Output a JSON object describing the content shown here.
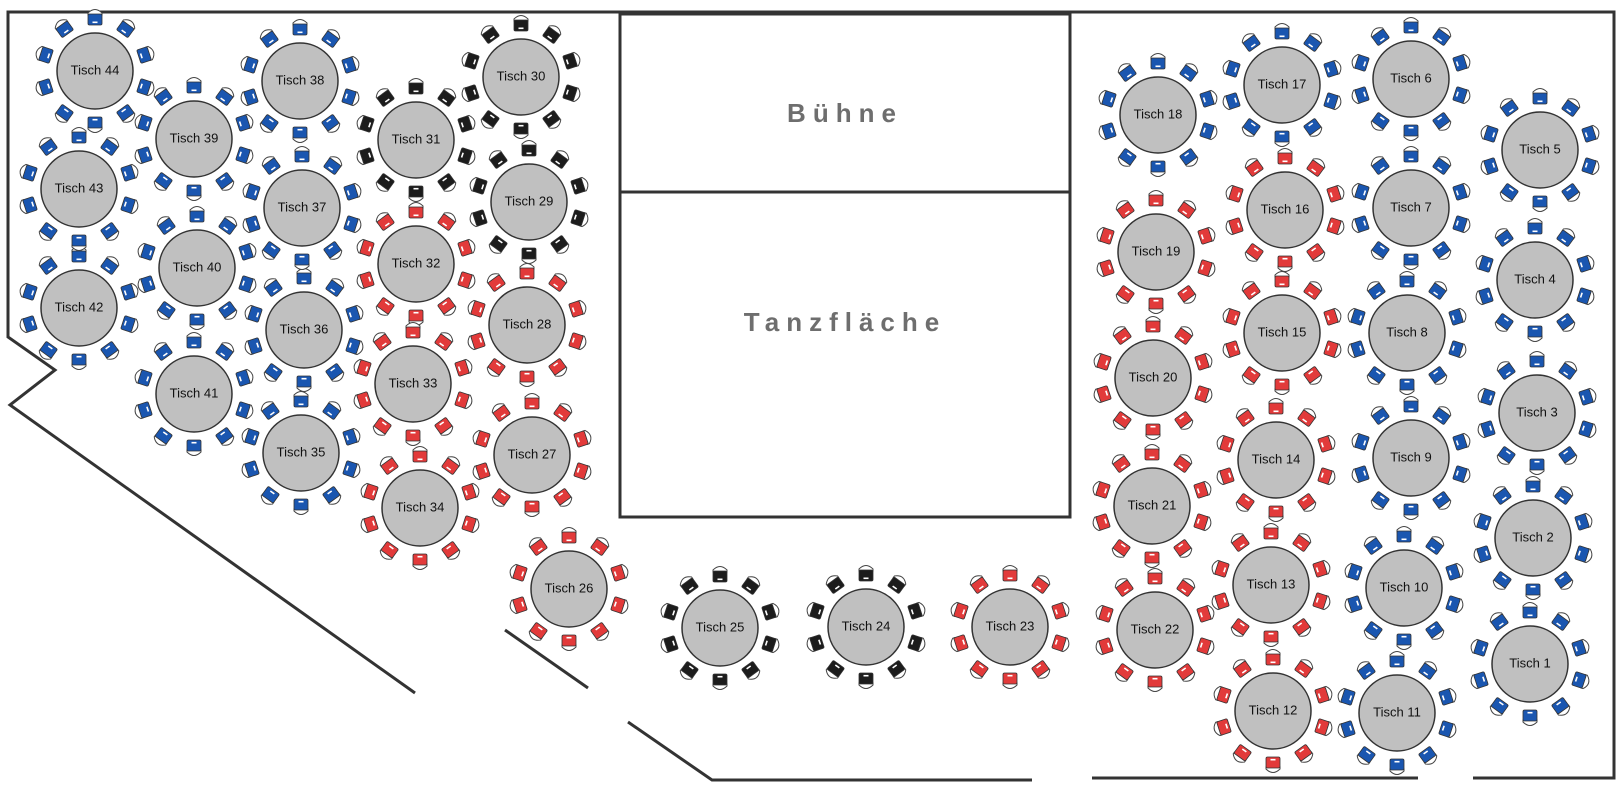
{
  "floorplan": {
    "zones": {
      "stage": {
        "label": "Bühne"
      },
      "dancefloor": {
        "label": "Tanzfläche"
      }
    },
    "seat_colors": {
      "blue": "#1a56b0",
      "red": "#e23a3a",
      "black": "#1c1c1c"
    },
    "tables": [
      {
        "id": 1,
        "label": "Tisch 1",
        "color": "blue"
      },
      {
        "id": 2,
        "label": "Tisch 2",
        "color": "blue"
      },
      {
        "id": 3,
        "label": "Tisch 3",
        "color": "blue"
      },
      {
        "id": 4,
        "label": "Tisch 4",
        "color": "blue"
      },
      {
        "id": 5,
        "label": "Tisch 5",
        "color": "blue"
      },
      {
        "id": 6,
        "label": "Tisch 6",
        "color": "blue"
      },
      {
        "id": 7,
        "label": "Tisch 7",
        "color": "blue"
      },
      {
        "id": 8,
        "label": "Tisch 8",
        "color": "blue"
      },
      {
        "id": 9,
        "label": "Tisch 9",
        "color": "blue"
      },
      {
        "id": 10,
        "label": "Tisch 10",
        "color": "blue"
      },
      {
        "id": 11,
        "label": "Tisch 11",
        "color": "blue"
      },
      {
        "id": 12,
        "label": "Tisch 12",
        "color": "red"
      },
      {
        "id": 13,
        "label": "Tisch 13",
        "color": "red"
      },
      {
        "id": 14,
        "label": "Tisch 14",
        "color": "red"
      },
      {
        "id": 15,
        "label": "Tisch 15",
        "color": "red"
      },
      {
        "id": 16,
        "label": "Tisch 16",
        "color": "red"
      },
      {
        "id": 17,
        "label": "Tisch 17",
        "color": "blue"
      },
      {
        "id": 18,
        "label": "Tisch 18",
        "color": "blue"
      },
      {
        "id": 19,
        "label": "Tisch 19",
        "color": "red"
      },
      {
        "id": 20,
        "label": "Tisch 20",
        "color": "red"
      },
      {
        "id": 21,
        "label": "Tisch 21",
        "color": "red"
      },
      {
        "id": 22,
        "label": "Tisch 22",
        "color": "red"
      },
      {
        "id": 23,
        "label": "Tisch 23",
        "color": "red"
      },
      {
        "id": 24,
        "label": "Tisch 24",
        "color": "black"
      },
      {
        "id": 25,
        "label": "Tisch 25",
        "color": "black"
      },
      {
        "id": 26,
        "label": "Tisch 26",
        "color": "red"
      },
      {
        "id": 27,
        "label": "Tisch 27",
        "color": "red"
      },
      {
        "id": 28,
        "label": "Tisch 28",
        "color": "red"
      },
      {
        "id": 29,
        "label": "Tisch 29",
        "color": "black"
      },
      {
        "id": 30,
        "label": "Tisch 30",
        "color": "black"
      },
      {
        "id": 31,
        "label": "Tisch 31",
        "color": "black"
      },
      {
        "id": 32,
        "label": "Tisch 32",
        "color": "red"
      },
      {
        "id": 33,
        "label": "Tisch 33",
        "color": "red"
      },
      {
        "id": 34,
        "label": "Tisch 34",
        "color": "red"
      },
      {
        "id": 35,
        "label": "Tisch 35",
        "color": "blue"
      },
      {
        "id": 36,
        "label": "Tisch 36",
        "color": "blue"
      },
      {
        "id": 37,
        "label": "Tisch 37",
        "color": "blue"
      },
      {
        "id": 38,
        "label": "Tisch 38",
        "color": "blue"
      },
      {
        "id": 39,
        "label": "Tisch 39",
        "color": "blue"
      },
      {
        "id": 40,
        "label": "Tisch 40",
        "color": "blue"
      },
      {
        "id": 41,
        "label": "Tisch 41",
        "color": "blue"
      },
      {
        "id": 42,
        "label": "Tisch 42",
        "color": "blue"
      },
      {
        "id": 43,
        "label": "Tisch 43",
        "color": "blue"
      },
      {
        "id": 44,
        "label": "Tisch 44",
        "color": "blue"
      }
    ]
  }
}
